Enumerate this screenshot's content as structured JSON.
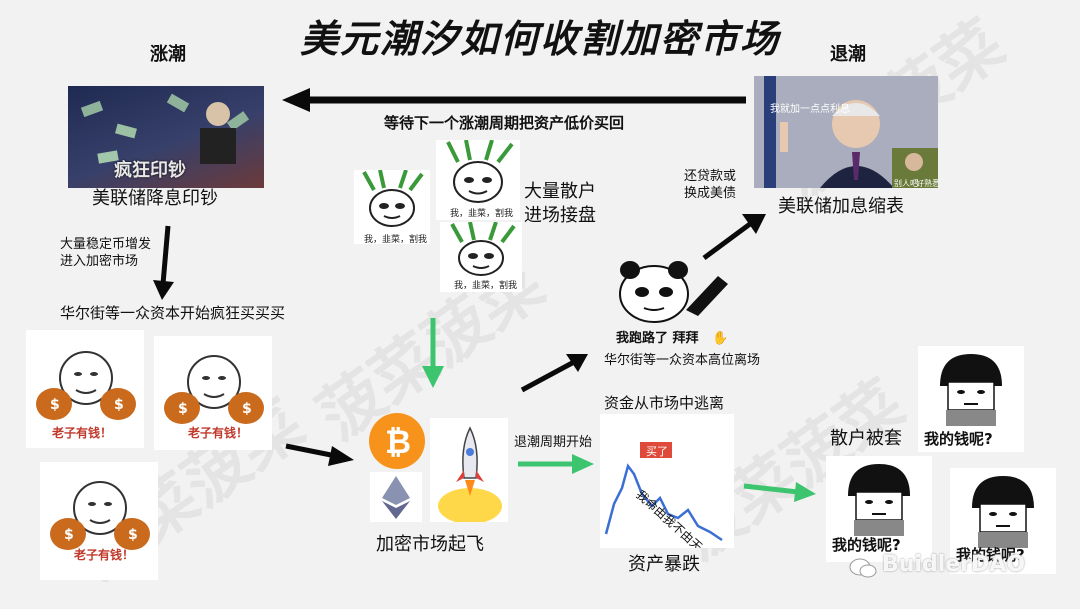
{
  "title": "美元潮汐如何收割加密市场",
  "left_column": {
    "heading": "涨潮",
    "photo_caption": "疯狂印钞",
    "photo_label": "美联储降息印钞",
    "arrow_note": "大量稳定币增发\n进入加密市场",
    "capital_label": "华尔街等一众资本开始疯狂买买买",
    "meme_caption": "老子有钱！"
  },
  "right_column": {
    "heading": "退潮",
    "photo_bubble": "我就加一点点利息",
    "photo_label": "美联储加息缩表",
    "repay_note": "还贷款或\n换成美债",
    "inset_text_1": "别人吧",
    "inset_text_2": "好熟悉"
  },
  "top_arrow_label": "等待下一个涨潮周期把资产低价买回",
  "retail": {
    "label": "大量散户\n进场接盘",
    "meme_caption": "我，韭菜，割我"
  },
  "crypto": {
    "label": "加密市场起飞"
  },
  "exit": {
    "meme_caption": "我跑路了 拜拜",
    "wave_emoji": "✋",
    "label": "华尔街等一众资本高位离场"
  },
  "crash": {
    "top_label": "资金从市场中逃离",
    "arrow_label": "退潮周期开始",
    "buy_tag": "买了",
    "chart_text": "我命由我不由天",
    "label": "资产暴跌"
  },
  "trapped": {
    "label": "散户被套",
    "meme_caption": "我的钱呢?"
  },
  "watermark_text": "菠菜菠菜",
  "footer_brand": "BuidlerDAO",
  "colors": {
    "arrow_black": "#0a0a0a",
    "arrow_green": "#3cc46e",
    "money_bag": "#c96a1c",
    "btc": "#f7931a",
    "eth": "#8a92b2",
    "chart_line": "#3b6fd4",
    "buy_tag": "#e04a3a"
  },
  "icons": [
    "bitcoin-icon",
    "ethereum-icon",
    "rocket-icon",
    "wechat-icon",
    "wave-hand-icon"
  ]
}
